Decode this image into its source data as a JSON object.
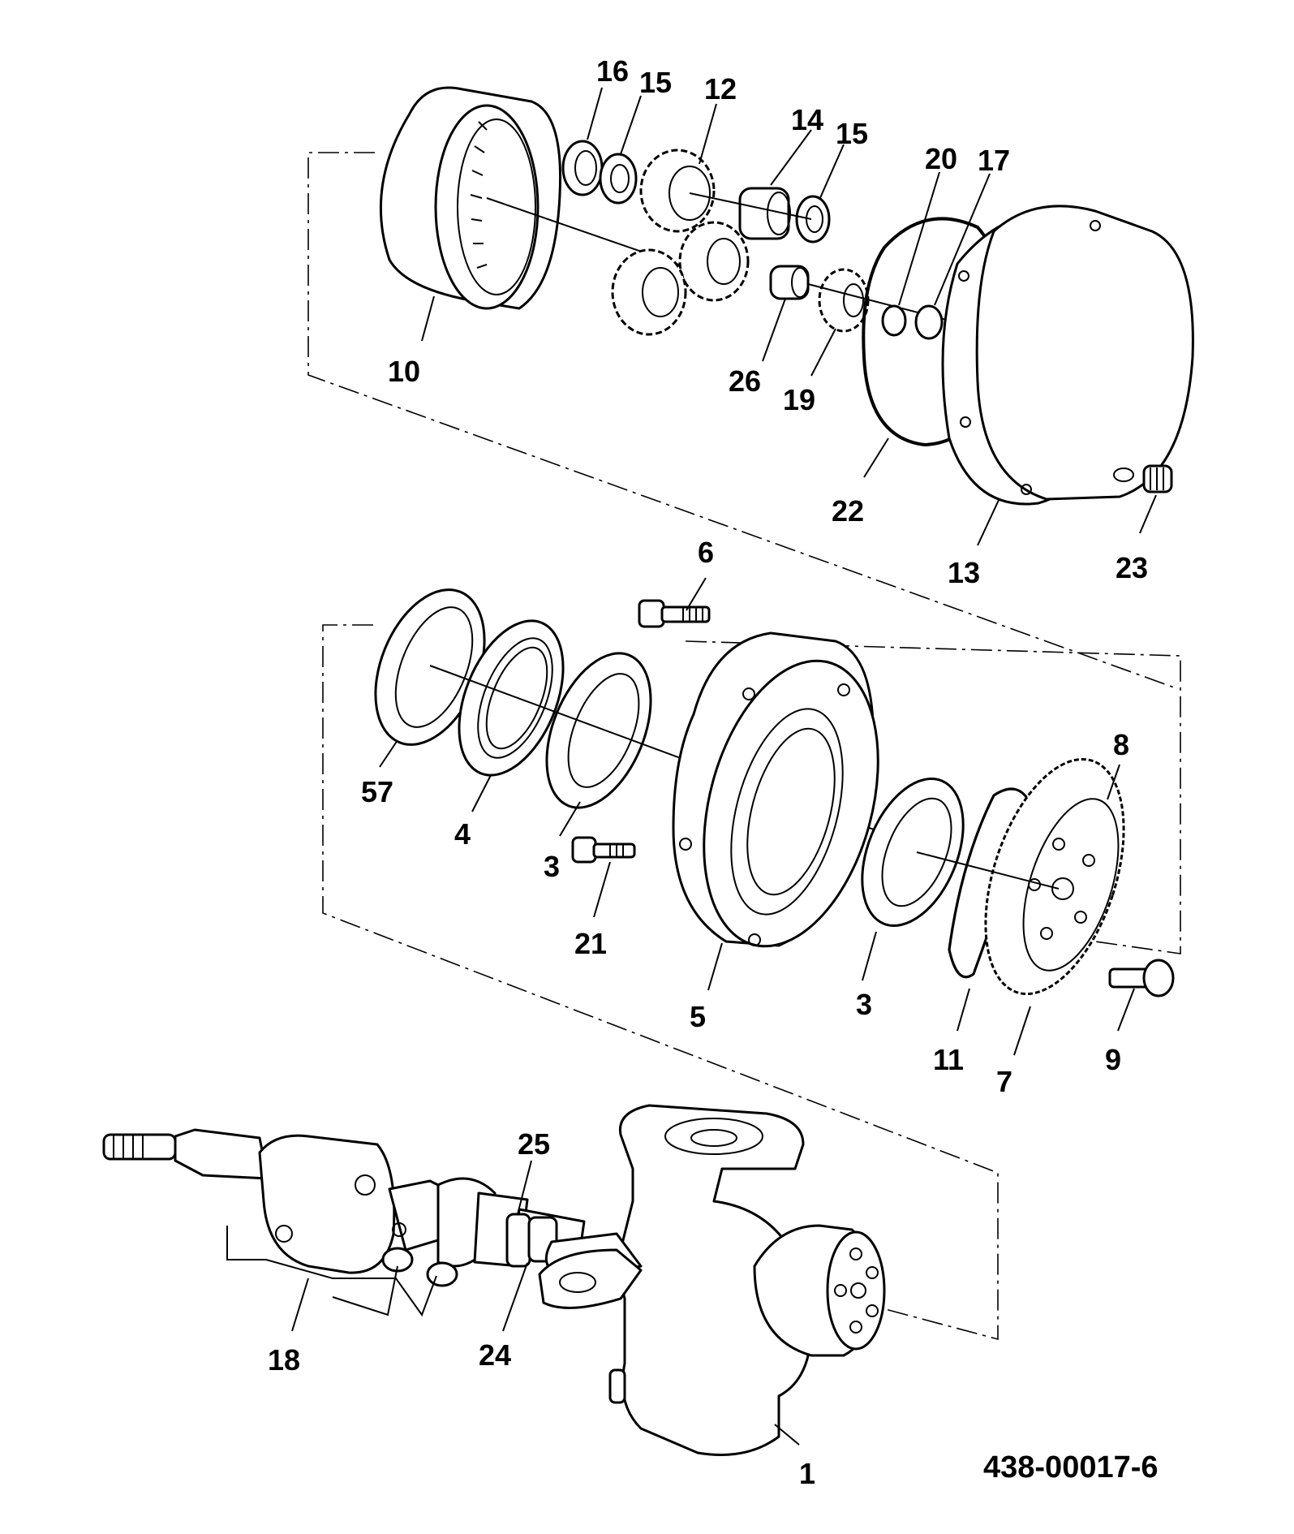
{
  "drawing_ref": "438-00017-6",
  "callouts": {
    "c16": "16",
    "c15a": "15",
    "c12": "12",
    "c14": "14",
    "c15b": "15",
    "c20": "20",
    "c17": "17",
    "c10": "10",
    "c26": "26",
    "c19": "19",
    "c22": "22",
    "c13": "13",
    "c23": "23",
    "c6": "6",
    "c8": "8",
    "c57": "57",
    "c4": "4",
    "c3a": "3",
    "c21": "21",
    "c5": "5",
    "c3b": "3",
    "c11": "11",
    "c7": "7",
    "c9": "9",
    "c25": "25",
    "c24": "24",
    "c18": "18",
    "c1": "1"
  }
}
